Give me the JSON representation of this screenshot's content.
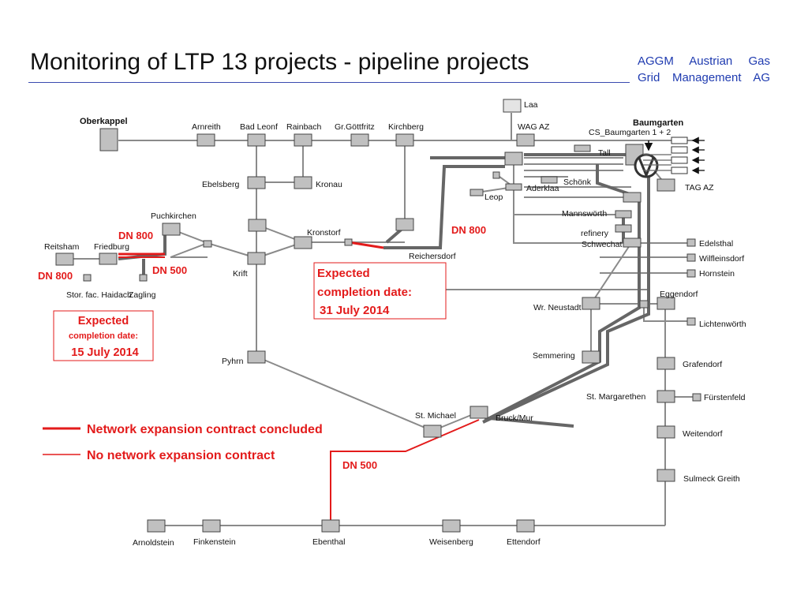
{
  "slide": {
    "title": "Monitoring of LTP 13 projects - pipeline projects",
    "company_line1": "AGGM   Austrian   Gas",
    "company_line2": "Grid Management  AG"
  },
  "colors": {
    "accent_blue": "#1f3bb0",
    "red": "#e31b1b",
    "pipe_grey": "#8a8a8a",
    "pipe_dark": "#666666",
    "node_fill": "#c0c0c0"
  },
  "nodes": {
    "oberkappel": "Oberkappel",
    "arnreith": "Arnreith",
    "bad_leonf": "Bad Leonf",
    "rainbach": "Rainbach",
    "gr_gottfritz": "Gr.Göttfritz",
    "kirchberg": "Kirchberg",
    "laa": "Laa",
    "wag_az": "WAG AZ",
    "baumgarten": "Baumgarten",
    "cs_baumgarten": "CS_Baumgarten 1 + 2",
    "tall": "Tall",
    "schonk": "Schönk",
    "aderklaa": "Aderklaa",
    "leop": "Leop",
    "tag_az": "TAG AZ",
    "ebelsberg": "Ebelsberg",
    "kronau": "Kronau",
    "puchkirchen": "Puchkirchen",
    "mannsworth": "Mannswörth",
    "refinery": "refinery",
    "schwechat": "Schwechat",
    "edelsthal": "Edelsthal",
    "wilfleinsdorf": "Wilfleinsdorf",
    "hornstein": "Hornstein",
    "kronstorf": "Kronstorf",
    "reitsham": "Reitsham",
    "friedburg": "Friedburg",
    "krift": "Krift",
    "reichersdorf": "Reichersdorf",
    "stor_haidach": "Stor. fac. Haidach",
    "zagling": "Zagling",
    "eggendorf": "Eggendorf",
    "wr_neustadt": "Wr. Neustadt",
    "lichtenworth": "Lichtenwörth",
    "semmering": "Semmering",
    "grafendorf": "Grafendorf",
    "pyhrn": "Pyhrn",
    "st_margarethen": "St. Margarethen",
    "furstenfeld": "Fürstenfeld",
    "st_michael": "St. Michael",
    "bruck_mur": "Bruck/Mur",
    "weitendorf": "Weitendorf",
    "sulmeck_greith": "Sulmeck Greith",
    "arnoldstein": "Arnoldstein",
    "finkenstein": "Finkenstein",
    "ebenthal": "Ebenthal",
    "weisenberg": "Weisenberg",
    "ettendorf": "Ettendorf"
  },
  "annotations": {
    "dn800_west_a": "DN 800",
    "dn800_west_b": "DN 800",
    "dn500_zagling": "DN 500",
    "dn800_east": "DN 800",
    "dn500_south": "DN 500",
    "expected1_title": "Expected",
    "expected1_sub": "completion date:",
    "expected1_date": "15 July 2014",
    "expected2_line1": "Expected",
    "expected2_line2": "completion date:",
    "expected2_date": "31 July 2014"
  },
  "legend": {
    "concluded": "Network expansion contract concluded",
    "none": "No network expansion contract"
  }
}
